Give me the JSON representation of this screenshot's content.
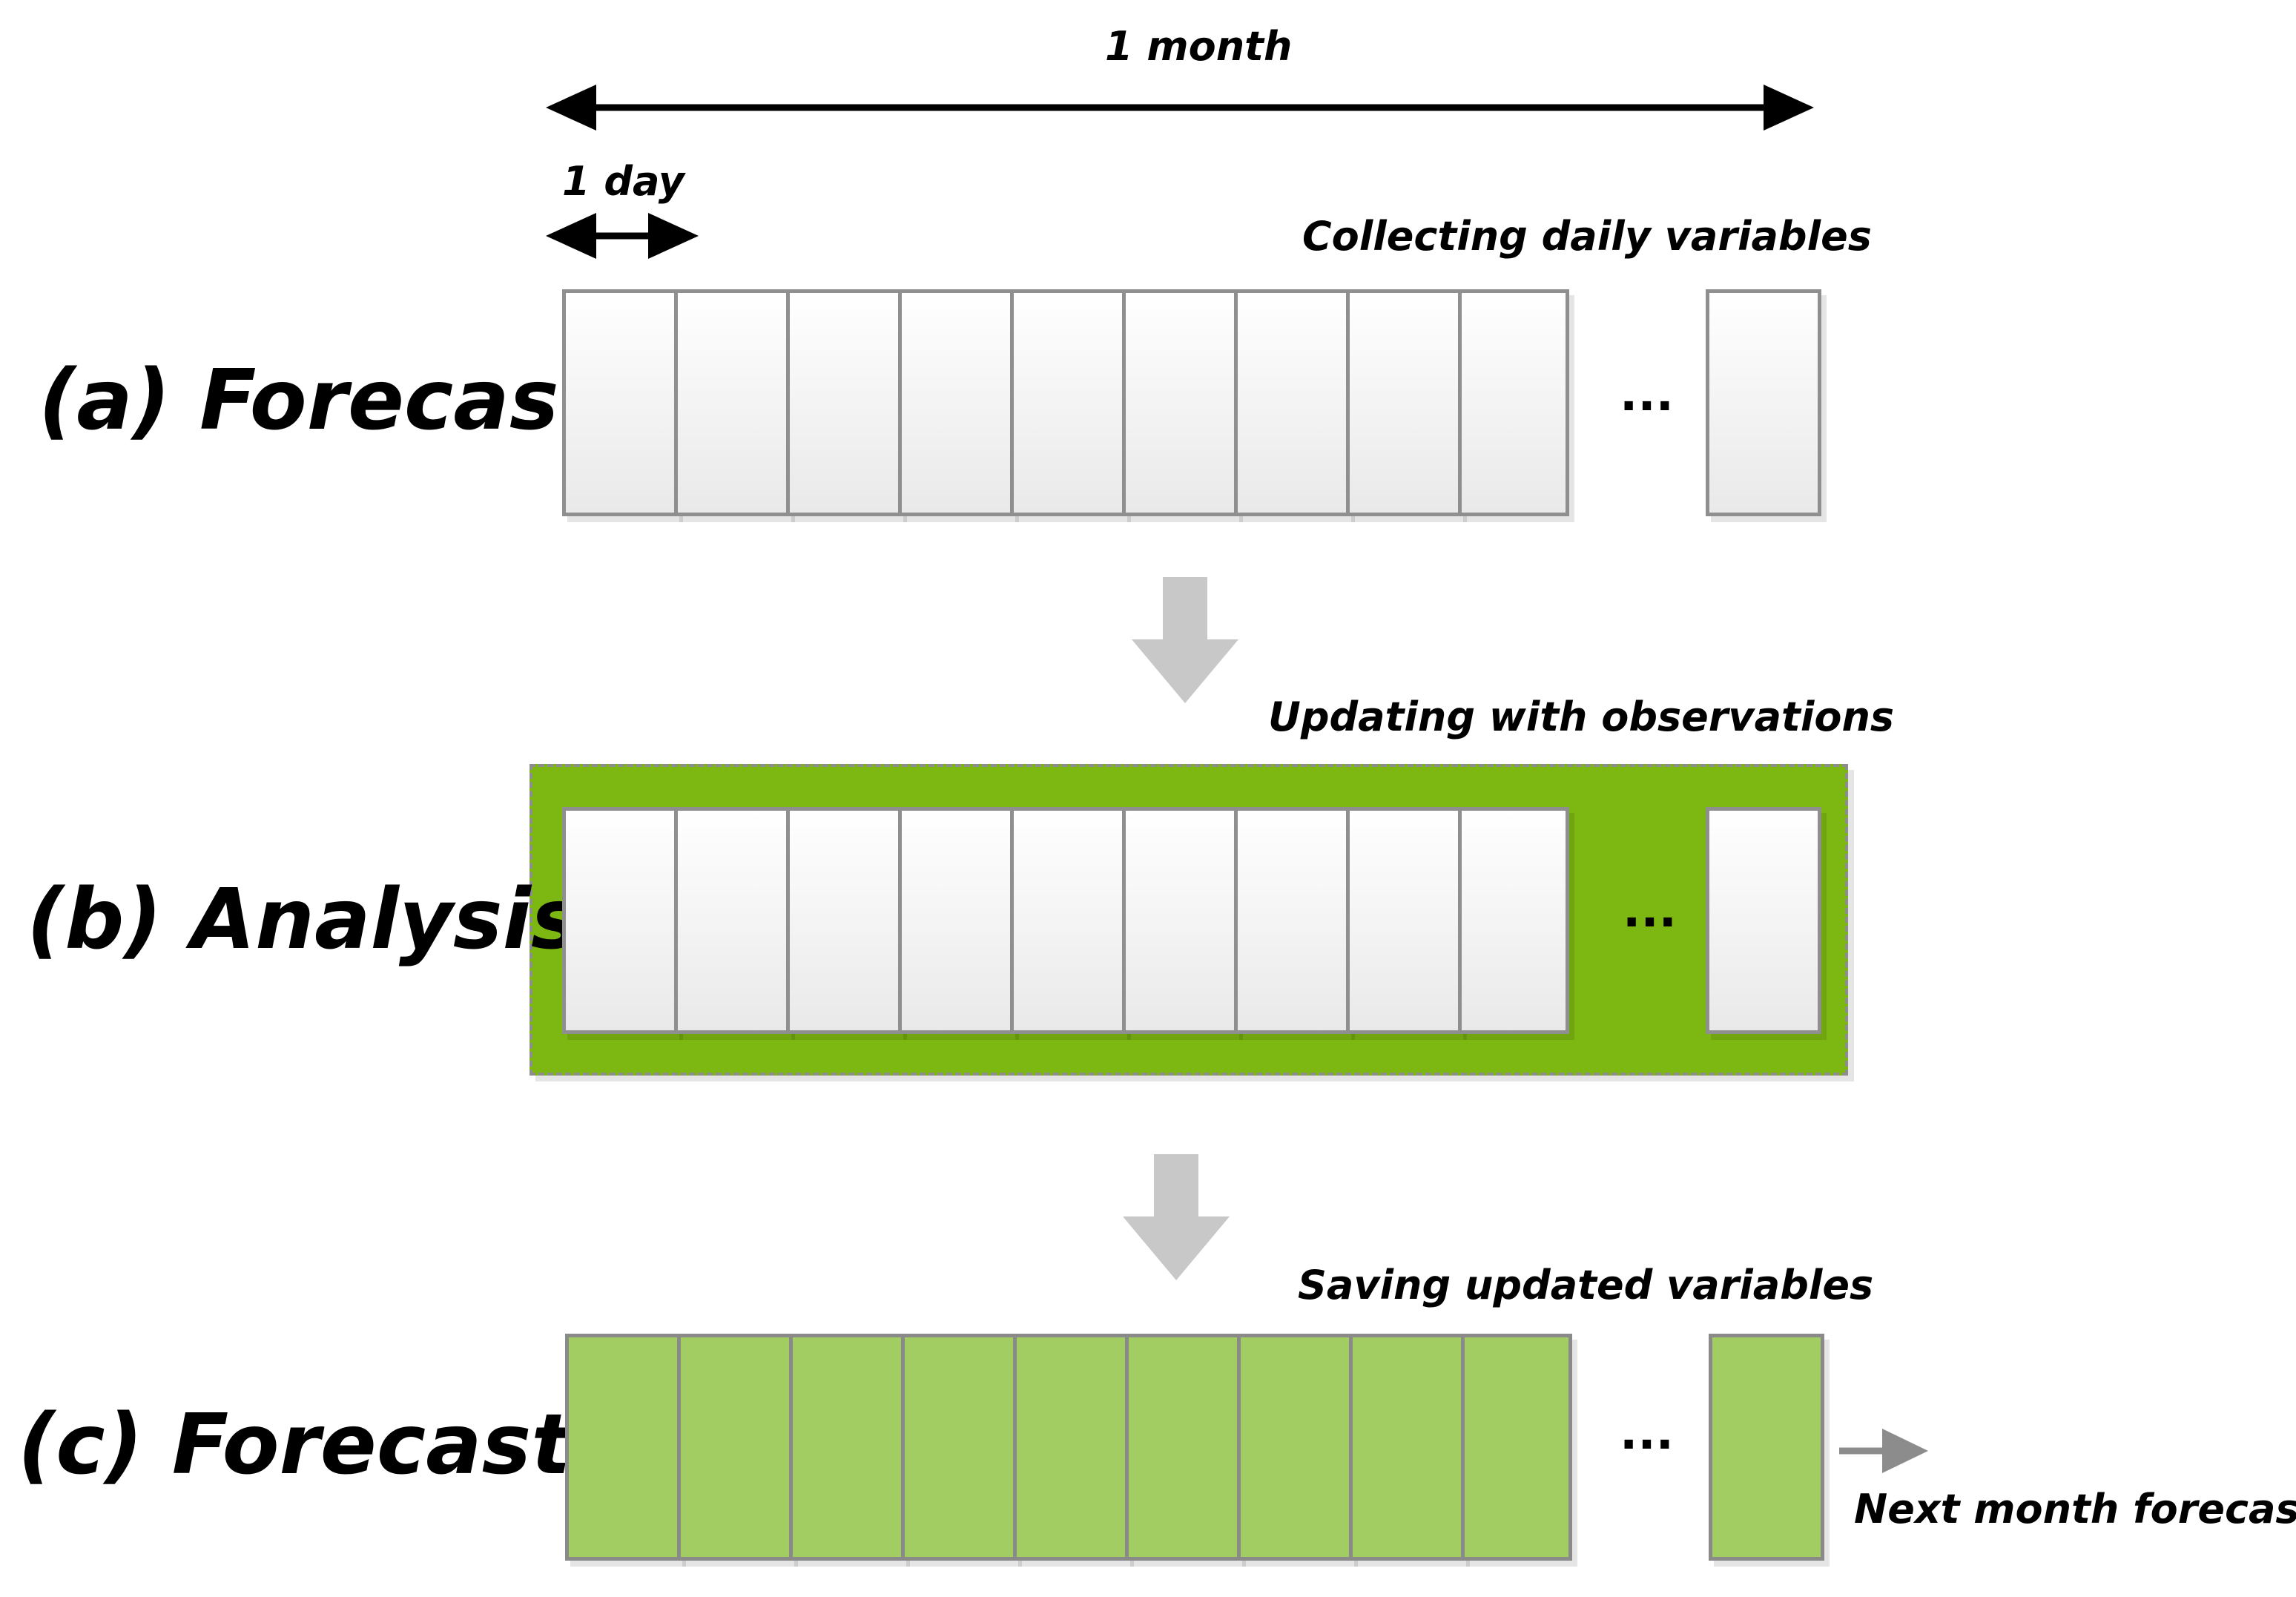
{
  "labels": {
    "month": "1 month",
    "day": "1 day",
    "collecting": "Collecting daily variables",
    "updating": "Updating with observations",
    "saving": "Saving updated variables",
    "next_month": "Next month forecast",
    "ellipsis": "..."
  },
  "rows": [
    {
      "label": "(a) Forecast",
      "style": "white"
    },
    {
      "label": "(b) Analysis",
      "style": "white-on-green"
    },
    {
      "label": "(c) Forecast",
      "style": "green"
    }
  ],
  "colors": {
    "analysis_frame": "#7db712",
    "forecast_cells": "#a2cd62",
    "cell_border": "#8f8f8f",
    "flow_arrow": "#c8c8c8"
  }
}
